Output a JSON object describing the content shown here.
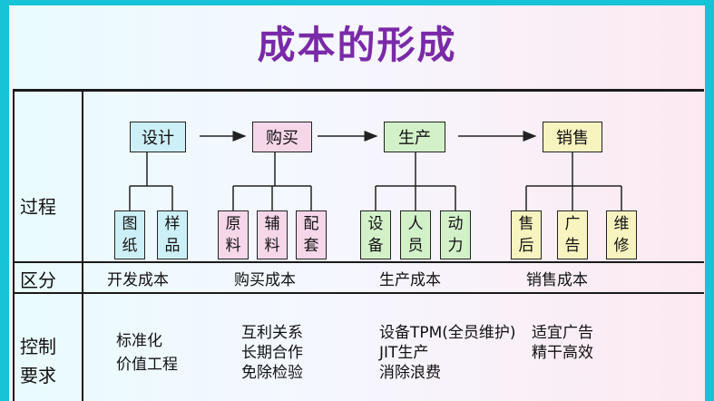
{
  "title": "成本的形成",
  "row_labels": {
    "process": "过程",
    "category": "区分",
    "control_line1": "控制",
    "control_line2": "要求"
  },
  "stages": [
    {
      "label": "设计",
      "color": "#cdeff7",
      "items": [
        "图纸",
        "样品"
      ]
    },
    {
      "label": "购买",
      "color": "#f6d7ea",
      "items": [
        "原料",
        "辅料",
        "配套"
      ]
    },
    {
      "label": "生产",
      "color": "#d3f1c9",
      "items": [
        "设备",
        "人员",
        "动力"
      ]
    },
    {
      "label": "销售",
      "color": "#f8f4bf",
      "items": [
        "售后",
        "广告",
        "维修"
      ]
    }
  ],
  "categories": [
    "开发成本",
    "购买成本",
    "生产成本",
    "销售成本"
  ],
  "control": {
    "design": [
      "标准化",
      "价值工程"
    ],
    "buy": [
      "互利关系",
      "长期合作",
      "免除检验"
    ],
    "prod": [
      "设备TPM(全员维护)",
      "JIT生产",
      "消除浪费"
    ],
    "sale": [
      "适宜广告",
      "精干高效"
    ]
  },
  "colors": {
    "title": "#7a2aa8",
    "background": "#17c3d6"
  }
}
